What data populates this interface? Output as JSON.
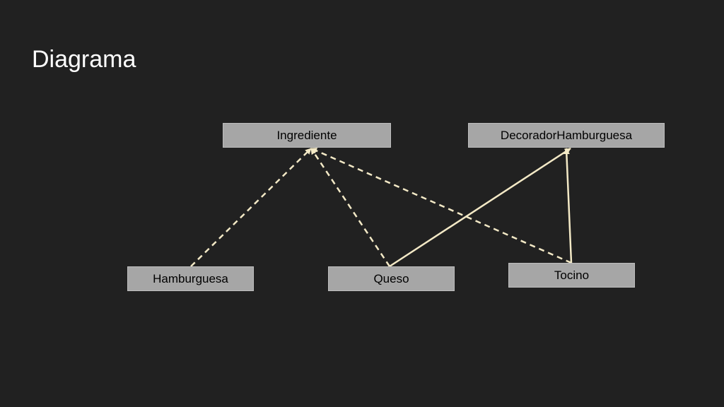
{
  "slide": {
    "title": "Diagrama"
  },
  "colors": {
    "background": "#212121",
    "node_fill": "#a6a6a6",
    "connector": "#f3e9c6"
  },
  "nodes": {
    "ingrediente": "Ingrediente",
    "decorador": "DecoradorHamburguesa",
    "hamburguesa": "Hamburguesa",
    "queso": "Queso",
    "tocino": "Tocino"
  },
  "edges": [
    {
      "from": "hamburguesa",
      "to": "ingrediente",
      "style": "dashed"
    },
    {
      "from": "queso",
      "to": "ingrediente",
      "style": "dashed"
    },
    {
      "from": "tocino",
      "to": "ingrediente",
      "style": "dashed"
    },
    {
      "from": "queso",
      "to": "decorador",
      "style": "solid"
    },
    {
      "from": "tocino",
      "to": "decorador",
      "style": "solid"
    }
  ]
}
